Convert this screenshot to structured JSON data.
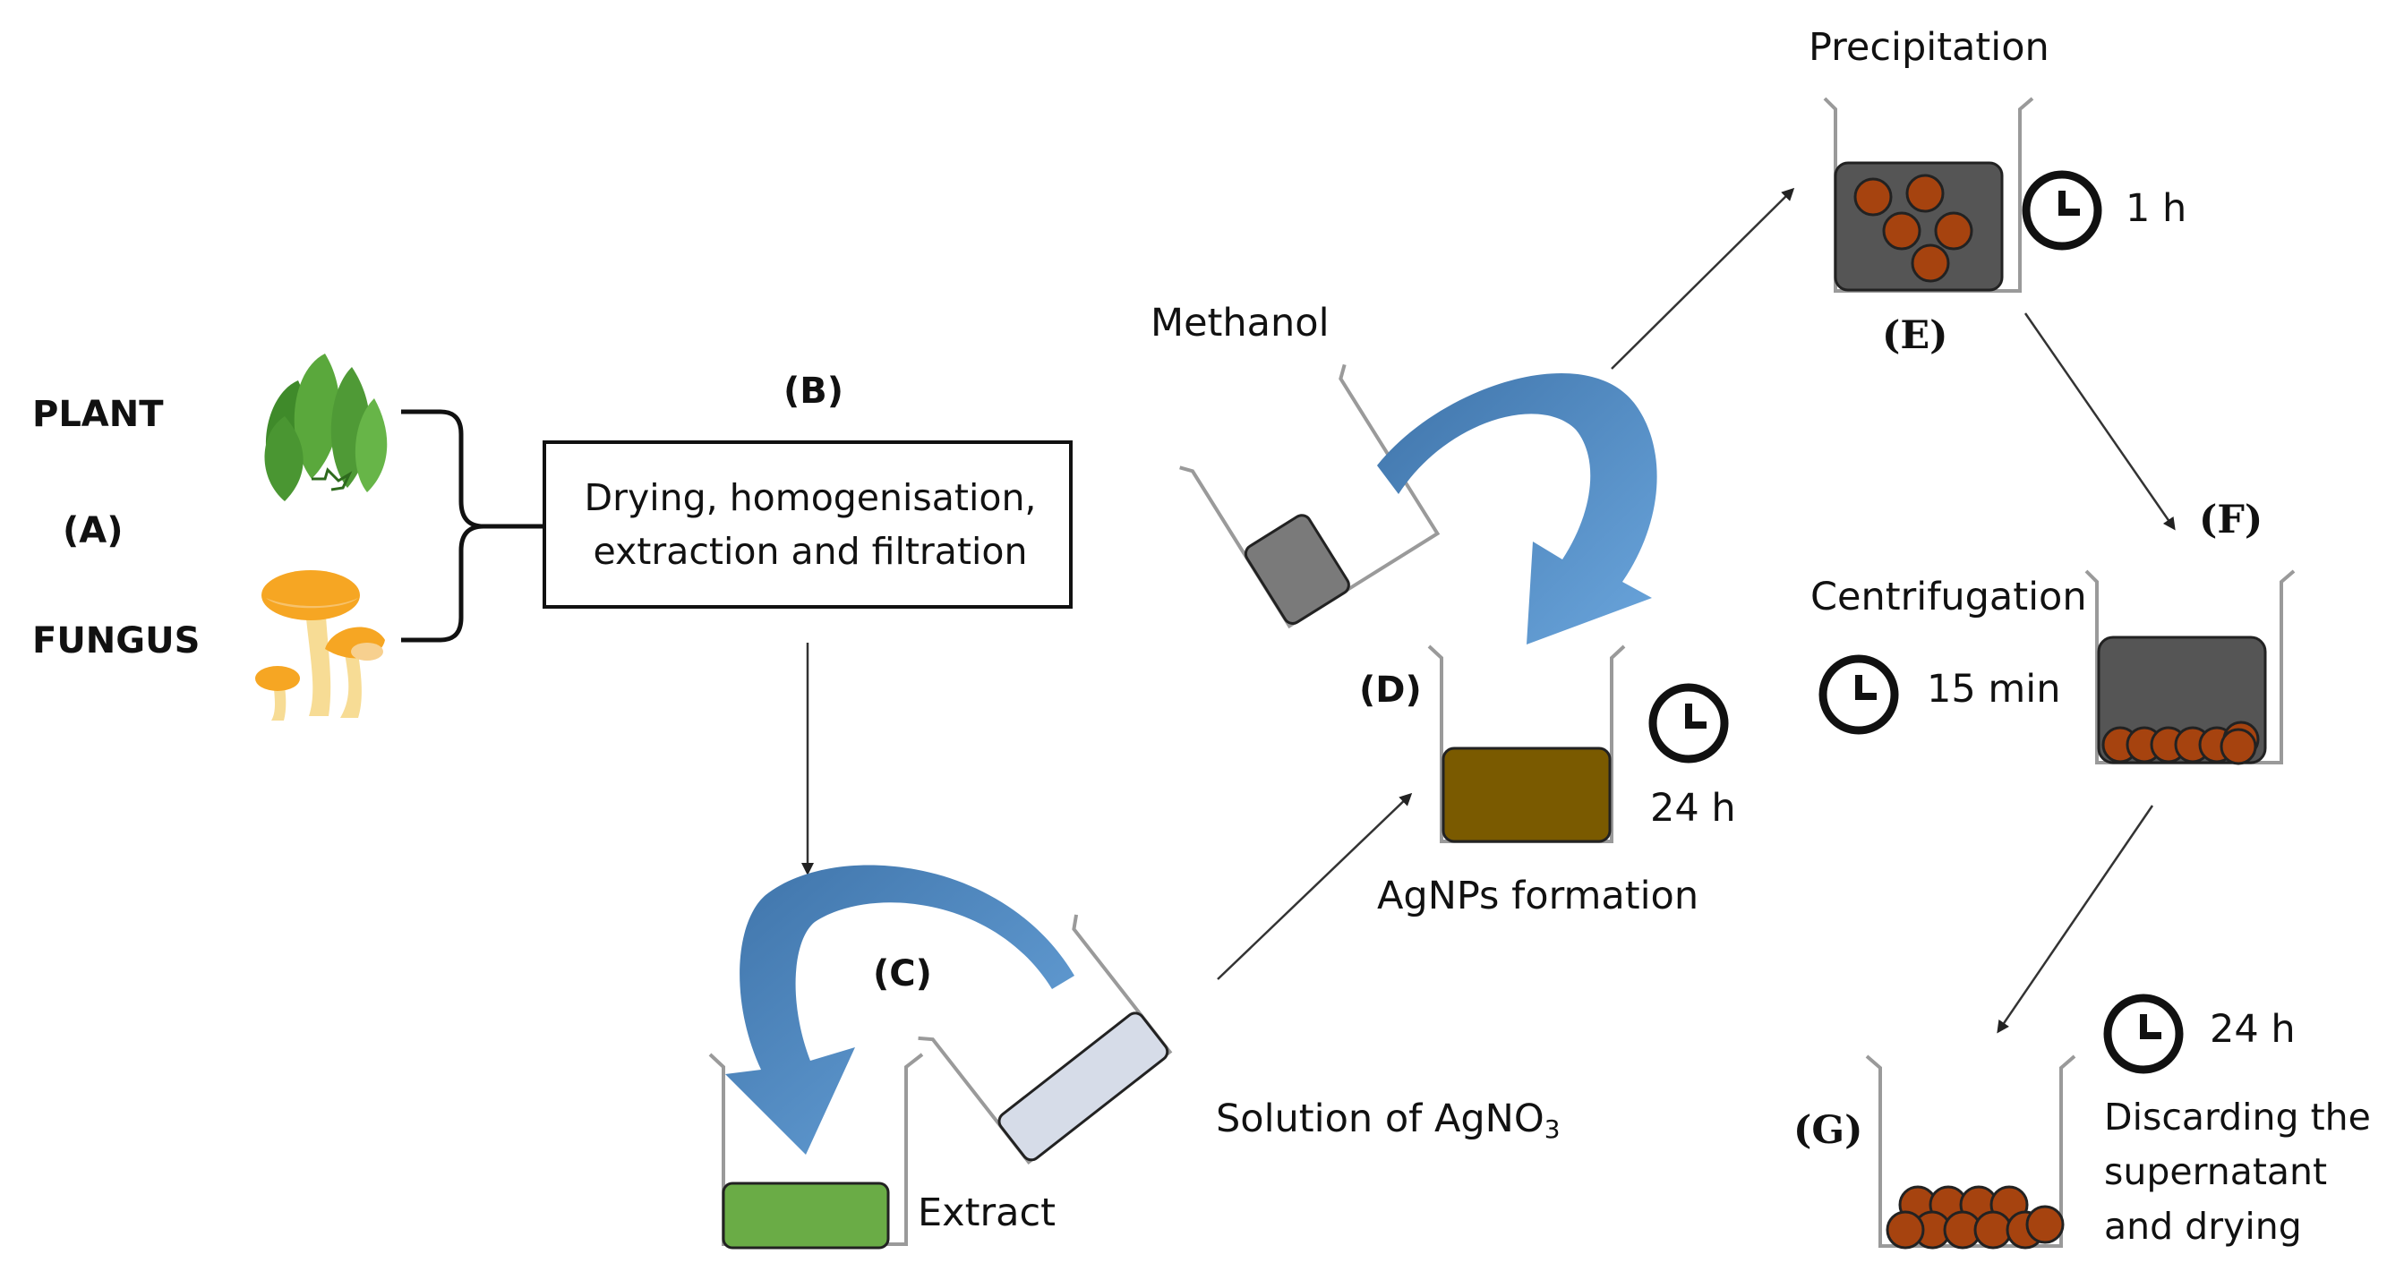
{
  "labels": {
    "plant": "PLANT",
    "step_a": "(A)",
    "fungus": "FUNGUS",
    "step_b": "(B)",
    "step_b_text": [
      "Drying, homogenisation,",
      "extraction and filtration"
    ],
    "step_c": "(C)",
    "extract": "Extract",
    "agno3_prefix": "Solution of AgNO",
    "agno3_sub": "3",
    "methanol": "Methanol",
    "step_d": "(D)",
    "time_d": "24 h",
    "agnps_formation": "AgNPs formation",
    "precipitation": "Precipitation",
    "step_e": "(E)",
    "time_e": "1 h",
    "step_f": "(F)",
    "centrifugation": "Centrifugation",
    "time_f": "15 min",
    "step_g": "(G)",
    "time_g": "24 h",
    "step_g_text": [
      "Discarding the",
      "supernatant",
      "and drying"
    ]
  },
  "colors": {
    "leaf_green": "#4f9a36",
    "mushroom_orange": "#f6a623",
    "mushroom_stem": "#f7dc95",
    "extract_green": "#6aac46",
    "agno3_solution": "#d6dce8",
    "methanol_gray": "#7a7a7a",
    "agnps_brown": "#7a5a00",
    "dark_gray": "#555555",
    "particle_brown": "#a6430f",
    "pour_arrow_blue": "#5b8fc9"
  },
  "icons": [
    "leaves-icon",
    "mushroom-icon",
    "clock-icon",
    "beaker-icon",
    "pour-arrow-icon"
  ]
}
